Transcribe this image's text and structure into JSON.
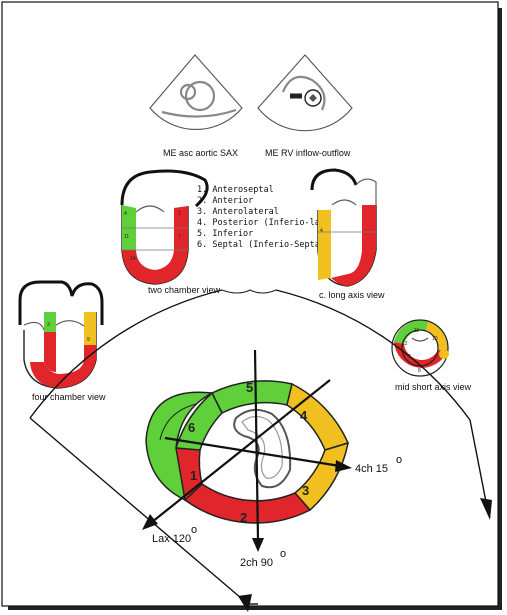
{
  "views": {
    "asc_aortic_sax": "ME asc aortic SAX",
    "rv_inflow_outflow": "ME RV inflow-outflow",
    "two_chamber": "two chamber view",
    "long_axis": "c. long axis view",
    "four_chamber": "four chamber view",
    "mid_short_axis": "mid short axis view"
  },
  "legend": [
    "1. Anteroseptal",
    "2. Anterior",
    "3. Anterolateral",
    "4. Posterior (Inferio-lateral)",
    "5. Inferior",
    "6. Septal (Inferio-Septal"
  ],
  "segments": {
    "s1": "1",
    "s2": "2",
    "s3": "3",
    "s4": "4",
    "s5": "5",
    "s6": "6",
    "s7": "7",
    "s8": "8",
    "s9": "9",
    "s10": "10",
    "s11": "11",
    "s12": "12",
    "s14": "14"
  },
  "axes": {
    "four_ch": "4ch  15",
    "two_ch": "2ch  90",
    "lax": "Lax  120",
    "degree_mark": "o"
  },
  "colors": {
    "normal": "#5fd03a",
    "hypokinetic": "#f0c020",
    "akinetic": "#e0262a",
    "outline": "#222222"
  }
}
